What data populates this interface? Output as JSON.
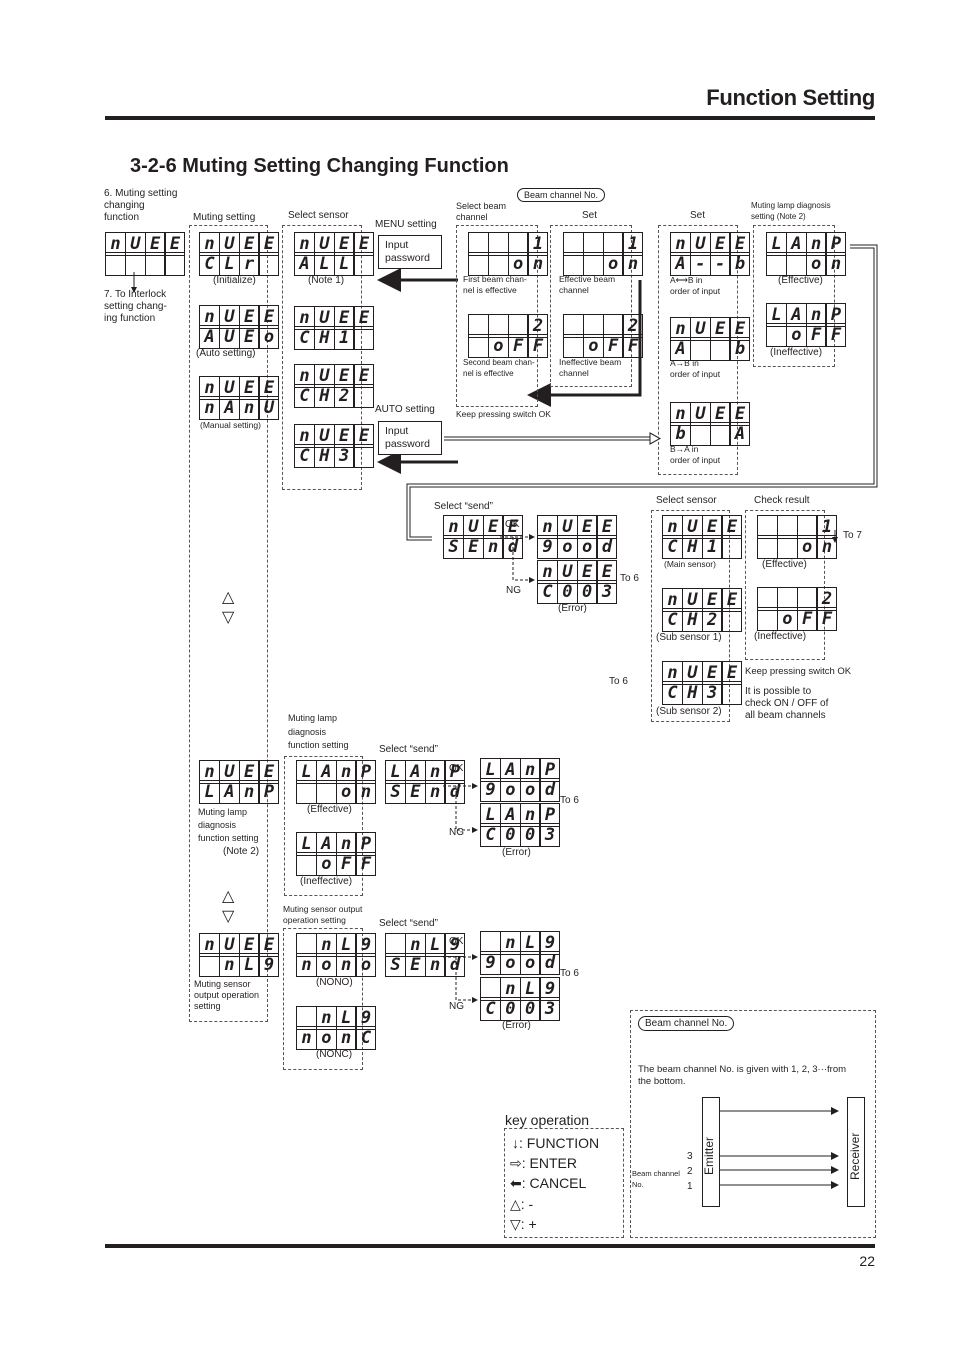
{
  "header": {
    "title": "Function Setting"
  },
  "section": {
    "title": "3-2-6  Muting Setting Changing Function"
  },
  "footer": {
    "page": "22"
  },
  "left_notes": {
    "n6": "6. Muting setting\n    changing\n    function",
    "n7": "7. To Interlock\n    setting chang-\n    ing function"
  },
  "headings": {
    "muting_setting": "Muting setting",
    "select_sensor": "Select sensor",
    "menu_setting": "MENU setting",
    "auto_setting": "AUTO setting",
    "select_beam": "Select beam\nchannel",
    "beam_no": "Beam channel No.",
    "set": "Set",
    "lamp_diag": "Muting lamp diagnosis\nsetting (Note 2)",
    "select_send": "Select “send”",
    "select_sensor2": "Select sensor",
    "check_result": "Check result",
    "lamp_func": "Muting lamp\ndiagnosis\nfunction setting",
    "output_op": "Muting sensor output\noperation setting"
  },
  "displays": {
    "mute": [
      "n",
      "U",
      "E",
      "E"
    ],
    "mute_clr": [
      "C",
      "L",
      "r",
      " "
    ],
    "mute_auto": [
      "A",
      "U",
      "E",
      "o"
    ],
    "mute_manu": [
      "n",
      "A",
      "n",
      "U"
    ],
    "all": [
      "A",
      "L",
      "L",
      " "
    ],
    "ch1": [
      "C",
      "H",
      "1",
      " "
    ],
    "ch2": [
      "C",
      "H",
      "2",
      " "
    ],
    "ch3": [
      "C",
      "H",
      "3",
      " "
    ],
    "on1": [
      " ",
      " ",
      " ",
      "1"
    ],
    "on": [
      " ",
      " ",
      "o",
      "n"
    ],
    "off2": [
      " ",
      " ",
      " ",
      "2"
    ],
    "off": [
      " ",
      "o",
      "F",
      "F"
    ],
    "ab": [
      "A",
      "-",
      "-",
      "b"
    ],
    "a_b": [
      "A",
      " ",
      " ",
      "b"
    ],
    "ba": [
      "b",
      " ",
      " ",
      "A"
    ],
    "lamp": [
      "L",
      "A",
      "n",
      "P"
    ],
    "send": [
      "S",
      "E",
      "n",
      "d"
    ],
    "good": [
      "9",
      "o",
      "o",
      "d"
    ],
    "c003": [
      "C",
      "0",
      "0",
      "3"
    ],
    "inlg": [
      " ",
      "n",
      "L",
      "9"
    ],
    "nono": [
      "n",
      "o",
      "n",
      "o"
    ],
    "nonc": [
      "n",
      "o",
      "n",
      "C"
    ]
  },
  "labels": {
    "initialize": "(Initialize)",
    "note1": "(Note 1)",
    "auto_setting": "(Auto setting)",
    "manual_setting": "(Manual setting)",
    "input_password": "Input\npassword",
    "first_beam": "First beam chan-\nnel is effective",
    "second_beam": "Second beam chan-\nnel is effective",
    "eff_beam": "Effective beam\nchannel",
    "ineff_beam": "Ineffective beam\nchannel",
    "keep_ok": "Keep pressing switch OK",
    "ab_order": "A⟷B in\norder of input",
    "a_to_b": "A→B in\norder of input",
    "b_to_a": "B→A in\norder of input",
    "effective": "(Effective)",
    "ineffective": "(Ineffective)",
    "ok": "OK",
    "ng": "NG",
    "error": "(Error)",
    "to6": "To 6",
    "to7": "To 7",
    "main_sensor": "(Main sensor)",
    "sub1": "(Sub sensor 1)",
    "sub2": "(Sub sensor 2)",
    "possible": "It is possible to\ncheck ON / OFF of\nall beam channels",
    "lamp_note": "Muting lamp\ndiagnosis\nfunction setting",
    "note2": "(Note 2)",
    "output_note": "Muting sensor\noutput operation\nsetting",
    "nono": "(NONO)",
    "nonc": "(NONC)"
  },
  "legend": {
    "title": "key operation",
    "function": ": FUNCTION",
    "enter": ": ENTER",
    "cancel": ": CANCEL",
    "minus": ": -",
    "plus": ": +"
  },
  "beam_box": {
    "label": "Beam channel No.",
    "text": "The beam channel No. is given with 1, 2, 3···from\nthe bottom.",
    "emitter": "Emitter",
    "receiver": "Receiver",
    "beam_no": "Beam channel\nNo.",
    "n3": "3",
    "n2": "2",
    "n1": "1"
  }
}
